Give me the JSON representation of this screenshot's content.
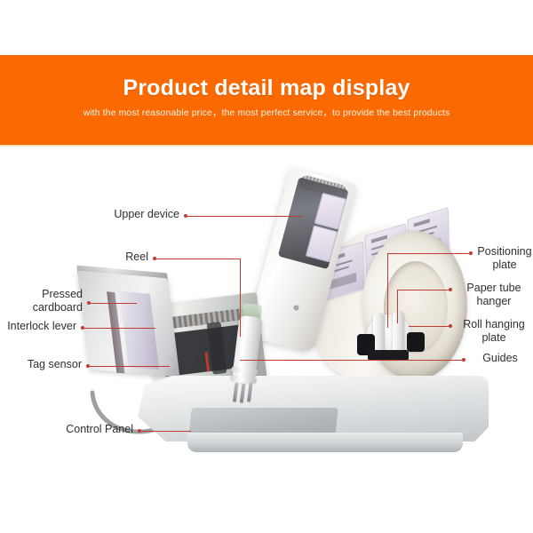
{
  "banner": {
    "title": "Product detail map display",
    "subtitle": "with the most reasonable price，the most perfect service，to provide the best products",
    "background_color": "#fb6a02",
    "title_color": "#ffffff",
    "subtitle_color": "#fdf0e4"
  },
  "diagram": {
    "accent_color": "#c23b30",
    "label_color": "#2f2f33",
    "subject": "label applicator machine photo with annotated parts",
    "callouts": [
      {
        "id": "upper-device",
        "label": "Upper device",
        "side": "left"
      },
      {
        "id": "reel",
        "label": "Reel",
        "side": "left"
      },
      {
        "id": "pressed-cardboard",
        "label": "Pressed\ncardboard",
        "side": "left"
      },
      {
        "id": "interlock-lever",
        "label": "Interlock lever",
        "side": "left"
      },
      {
        "id": "tag-sensor",
        "label": "Tag sensor",
        "side": "left"
      },
      {
        "id": "control-panel",
        "label": "Control Panel",
        "side": "left"
      },
      {
        "id": "positioning-plate",
        "label": "Positioning\nplate",
        "side": "right"
      },
      {
        "id": "paper-tube-hanger",
        "label": "Paper tube\nhanger",
        "side": "right"
      },
      {
        "id": "roll-hanging-plate",
        "label": "Roll hanging\nplate",
        "side": "right"
      },
      {
        "id": "guides",
        "label": "Guides",
        "side": "right"
      }
    ]
  }
}
